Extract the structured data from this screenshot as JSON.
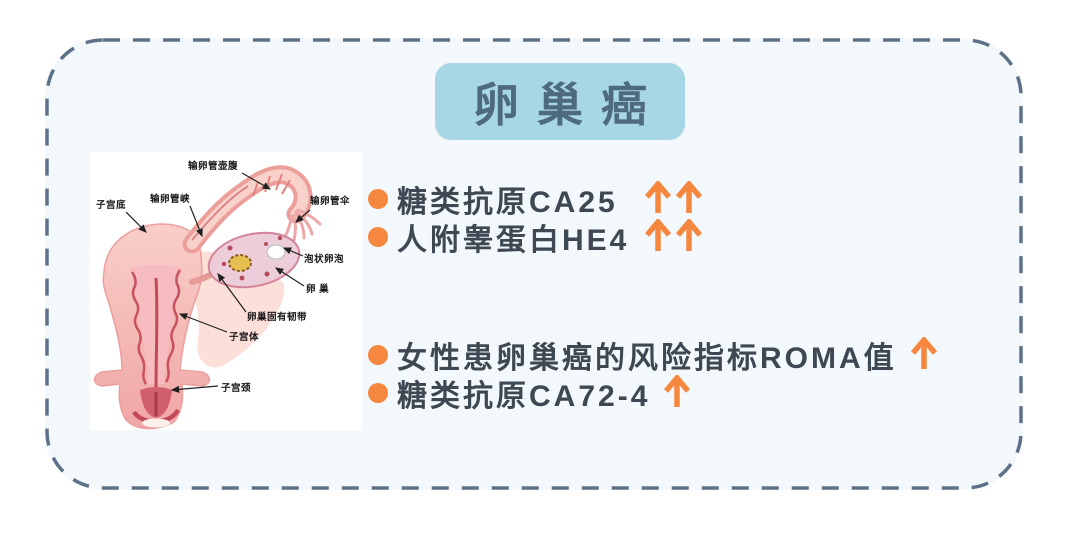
{
  "panel": {
    "title": "卵巢癌"
  },
  "anatomy": {
    "caption": "female reproductive system cross-section",
    "labels": [
      {
        "text": "子宫底"
      },
      {
        "text": "输卵管峡"
      },
      {
        "text": "输卵管壶腹"
      },
      {
        "text": "输卵管伞"
      },
      {
        "text": "泡状卵泡"
      },
      {
        "text": "卵 巢"
      },
      {
        "text": "卵巢固有韧带"
      },
      {
        "text": "子宫体"
      },
      {
        "text": "子宫颈"
      }
    ]
  },
  "markers": {
    "primary": [
      {
        "label": "糖类抗原CA25",
        "trend": "↑↑"
      },
      {
        "label": "人附睾蛋白HE4",
        "trend": "↑↑"
      }
    ],
    "secondary": [
      {
        "label": "女性患卵巢癌的风险指标ROMA值",
        "trend": "↑"
      },
      {
        "label": "糖类抗原CA72-4",
        "trend": "↑"
      }
    ]
  },
  "colors": {
    "panel_background": "#f3f8fc",
    "dashed_border": "#5d7289",
    "badge_background": "#a7d7e4",
    "badge_text": "#4e6a7f",
    "body_text": "#3d4852",
    "accent_orange": "#f5873f"
  }
}
